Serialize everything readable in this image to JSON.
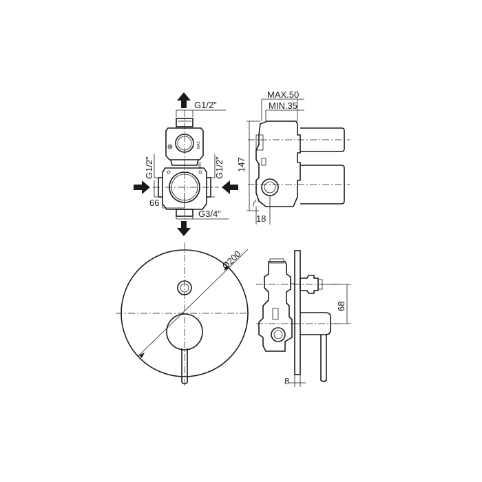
{
  "dimensions": {
    "top_outlet": "G1/2\"",
    "left_inlet": "G1/2\"",
    "right_inlet": "G1/2\"",
    "width_66": "66",
    "bottom_outlet": "G3/4\"",
    "max_depth": "MAX.50",
    "min_depth": "MIN.35",
    "height_147": "147",
    "offset_18": "18",
    "diameter": "Ø200",
    "spacing_68": "68",
    "plate_8": "8",
    "body_mark_max": "MAX",
    "body_mark_min": "MIN"
  }
}
